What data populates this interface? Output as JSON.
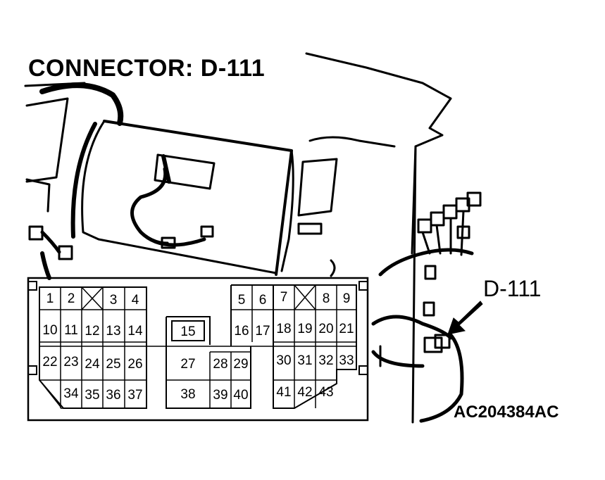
{
  "title": "CONNECTOR: D-111",
  "callout_label": "D-111",
  "figure_code": "AC204384AC",
  "pins": {
    "p1": "1",
    "p2": "2",
    "p3": "3",
    "p4": "4",
    "p5": "5",
    "p6": "6",
    "p7": "7",
    "p8": "8",
    "p9": "9",
    "p10": "10",
    "p11": "11",
    "p12": "12",
    "p13": "13",
    "p14": "14",
    "p15": "15",
    "p16": "16",
    "p17": "17",
    "p18": "18",
    "p19": "19",
    "p20": "20",
    "p21": "21",
    "p22": "22",
    "p23": "23",
    "p24": "24",
    "p25": "25",
    "p26": "26",
    "p27": "27",
    "p28": "28",
    "p29": "29",
    "p30": "30",
    "p31": "31",
    "p32": "32",
    "p33": "33",
    "p34": "34",
    "p35": "35",
    "p36": "36",
    "p37": "37",
    "p38": "38",
    "p39": "39",
    "p40": "40",
    "p41": "41",
    "p42": "42",
    "p43": "43"
  }
}
